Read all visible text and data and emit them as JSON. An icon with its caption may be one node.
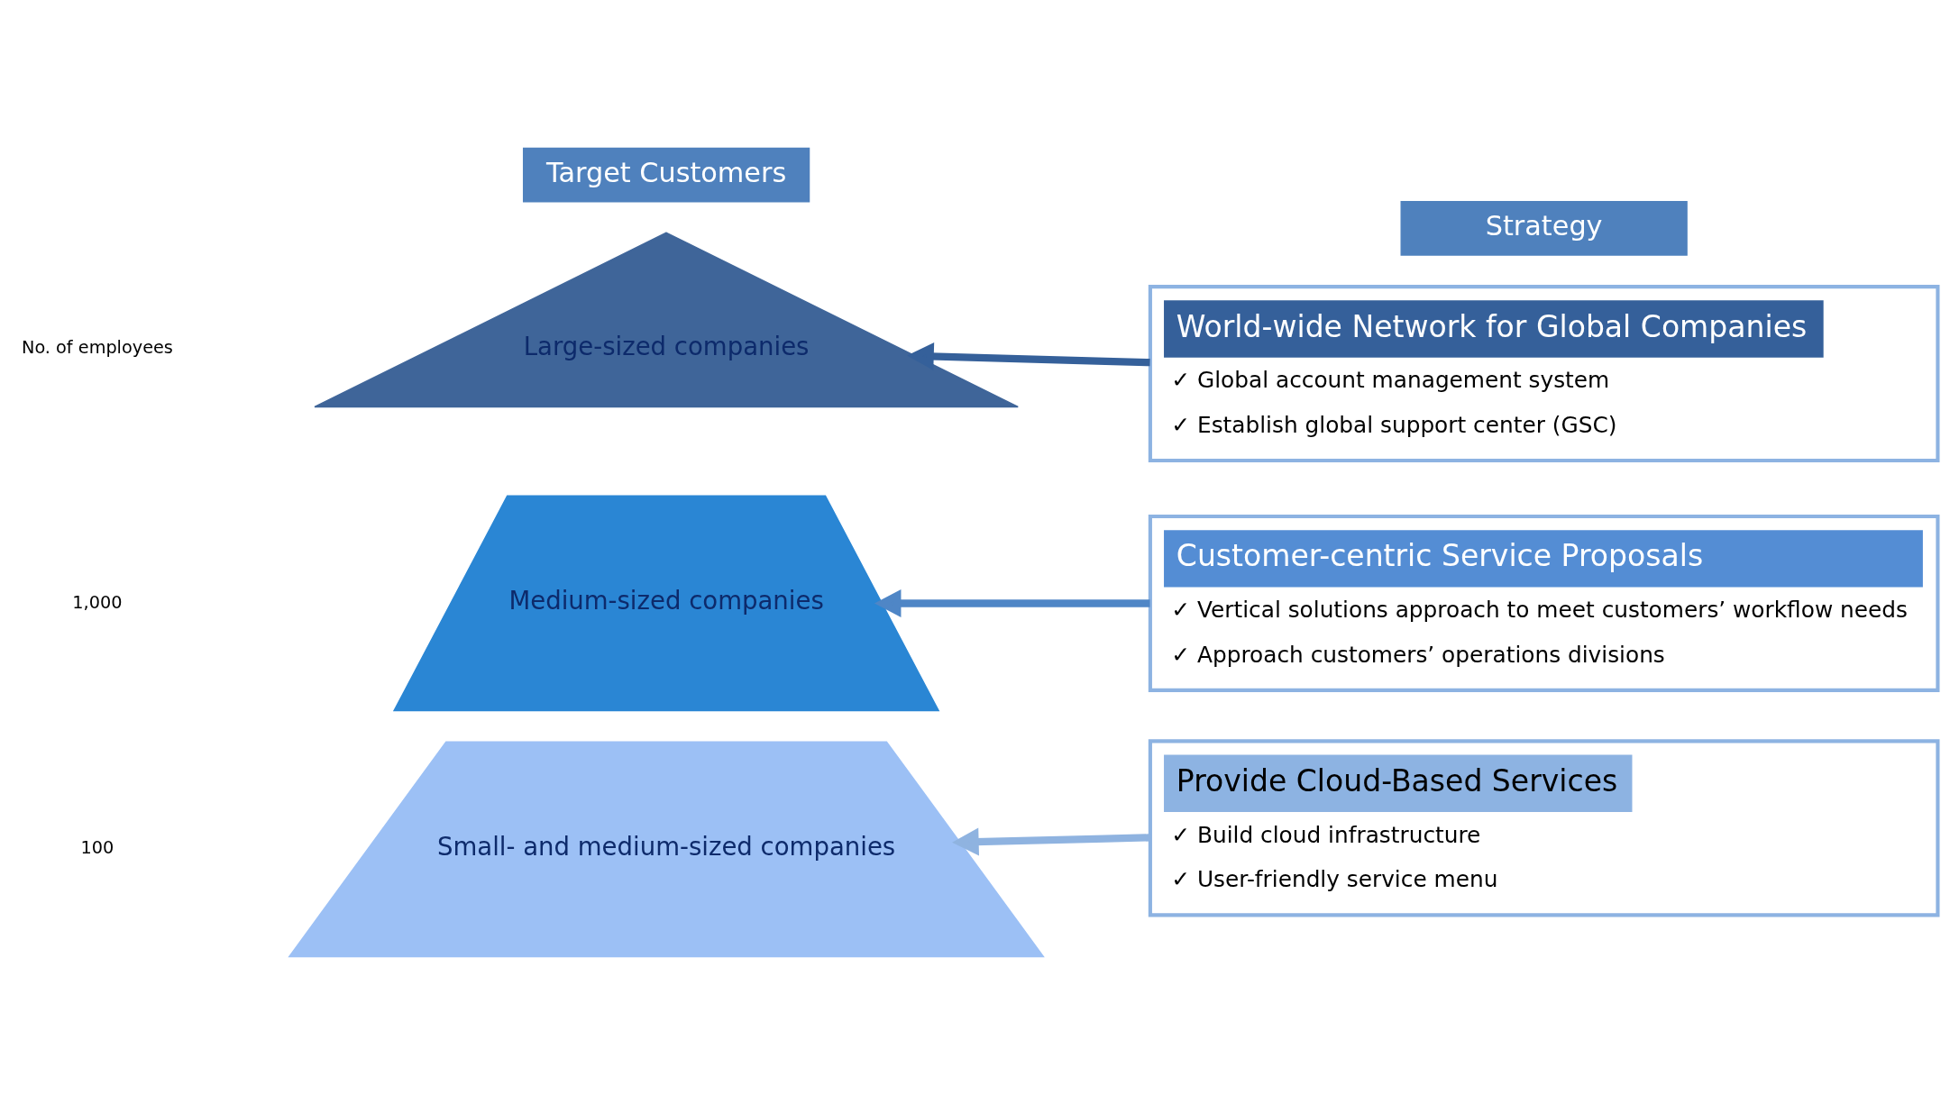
{
  "diagram": {
    "nodes": [
      {
        "text": [
          "Target Customers"
        ]
      },
      {
        "text": [
          "Strategy"
        ]
      },
      {
        "text": [
          "Large-sized companies"
        ]
      },
      {
        "text": [
          "Medium-sized companies"
        ]
      },
      {
        "text": [
          "Small- and medium-sized companies"
        ]
      },
      {
        "text": [
          "World-wide Network for Global Companies",
          "✓ Global account management system",
          "✓ Establish global support center (GSC)"
        ]
      },
      {
        "text": [
          "Customer-centric Service Proposals",
          "✓ Vertical solutions approach to meet customers’ workflow needs",
          "✓ Approach customers’ operations divisions"
        ]
      },
      {
        "text": [
          "Provide Cloud-Based Services",
          "✓ Build cloud infrastructure",
          "✓ User-friendly service menu"
        ]
      }
    ],
    "edges": [
      {
        "from": 5,
        "to": 2,
        "arrow": "to",
        "color": "#35609a"
      },
      {
        "from": 6,
        "to": 3,
        "arrow": "to",
        "color": "#4f86c6"
      },
      {
        "from": 7,
        "to": 4,
        "arrow": "to",
        "color": "#8fb3e0"
      }
    ],
    "labels": [
      "No. of employees",
      "1,000",
      "100"
    ]
  }
}
